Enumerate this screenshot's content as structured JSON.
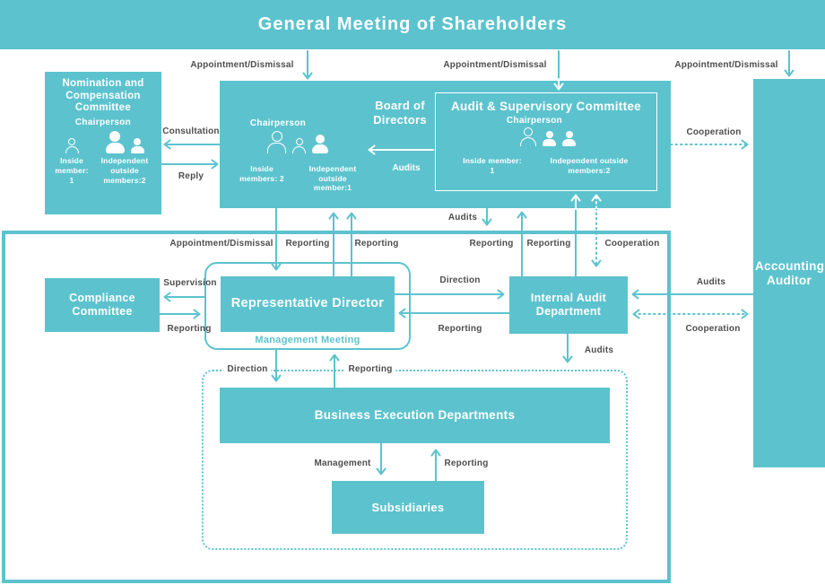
{
  "banner": {
    "title": "General Meeting of Shareholders"
  },
  "nomination": {
    "title": "Nomination and Compensation Committee",
    "chairperson": "Chairperson",
    "inside_label": "Inside member: 1",
    "outside_label": "Independent outside members:2"
  },
  "board": {
    "title": "Board of Directors",
    "chairperson": "Chairperson",
    "inside_label": "Inside members: 2",
    "outside_label": "Independent outside member:1"
  },
  "audit_committee": {
    "title": "Audit & Supervisory Committee",
    "chairperson": "Chairperson",
    "inside_label": "Inside member: 1",
    "outside_label": "Independent outside members:2"
  },
  "accounting_auditor": {
    "title": "Accounting Auditor"
  },
  "compliance": {
    "title": "Compliance Committee"
  },
  "representative_director": {
    "title": "Representative Director"
  },
  "management_meeting": {
    "title": "Management Meeting"
  },
  "internal_audit": {
    "title": "Internal Audit Department"
  },
  "business_execution": {
    "title": "Business Execution Departments"
  },
  "subsidiaries": {
    "title": "Subsidiaries"
  },
  "arrow_labels": {
    "appointment_dismissal": "Appointment/Dismissal",
    "consultation": "Consultation",
    "reply": "Reply",
    "cooperation": "Cooperation",
    "audits": "Audits",
    "reporting": "Reporting",
    "supervision": "Supervision",
    "direction": "Direction",
    "management": "Management"
  },
  "colors": {
    "teal": "#5cc3ce",
    "label_text": "#4e4e4e"
  }
}
